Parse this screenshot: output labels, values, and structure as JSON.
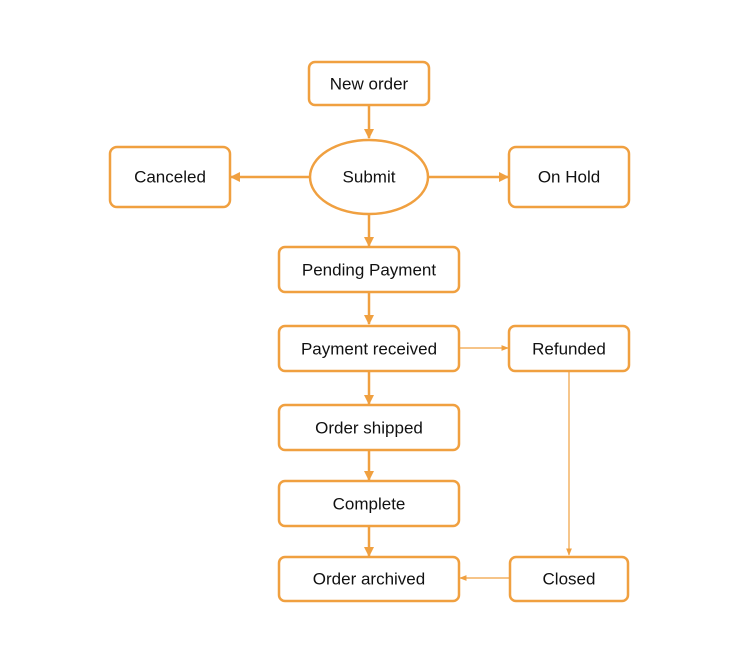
{
  "diagram": {
    "accent_color": "#f0a040",
    "text_color": "#111111",
    "nodes": {
      "new_order": "New order",
      "submit": "Submit",
      "canceled": "Canceled",
      "on_hold": "On Hold",
      "pending_payment": "Pending Payment",
      "payment_received": "Payment received",
      "refunded": "Refunded",
      "order_shipped": "Order shipped",
      "complete": "Complete",
      "order_archived": "Order archived",
      "closed": "Closed"
    },
    "edges": [
      {
        "from": "new_order",
        "to": "submit"
      },
      {
        "from": "submit",
        "to": "canceled"
      },
      {
        "from": "submit",
        "to": "on_hold"
      },
      {
        "from": "submit",
        "to": "pending_payment"
      },
      {
        "from": "pending_payment",
        "to": "payment_received"
      },
      {
        "from": "payment_received",
        "to": "refunded"
      },
      {
        "from": "payment_received",
        "to": "order_shipped"
      },
      {
        "from": "order_shipped",
        "to": "complete"
      },
      {
        "from": "complete",
        "to": "order_archived"
      },
      {
        "from": "refunded",
        "to": "closed"
      },
      {
        "from": "closed",
        "to": "order_archived"
      }
    ]
  }
}
